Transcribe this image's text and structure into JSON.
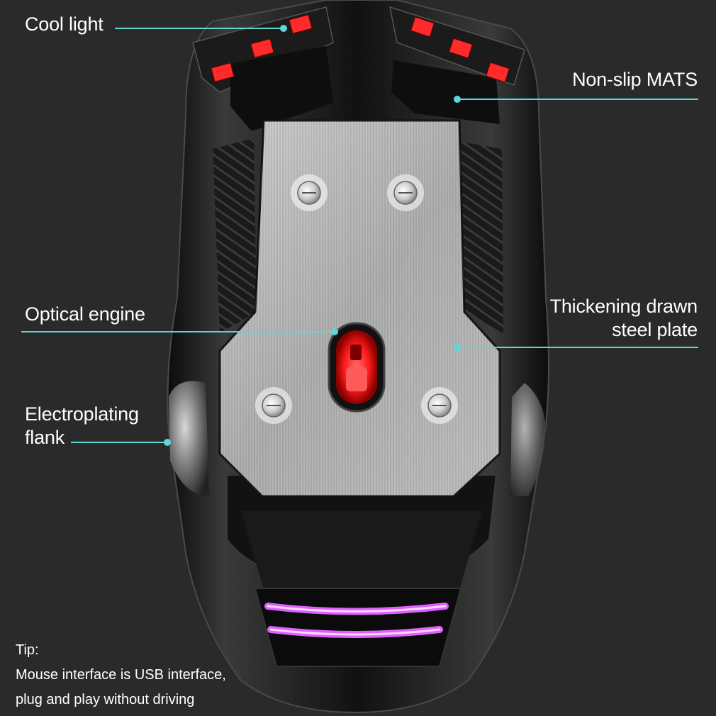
{
  "callouts": {
    "cool_light": "Cool light",
    "non_slip_mats": "Non-slip MATS",
    "optical_engine": "Optical engine",
    "steel_plate": [
      "Thickening drawn",
      "steel plate"
    ],
    "flank": [
      "Electroplating",
      "flank"
    ]
  },
  "tip": {
    "heading": "Tip:",
    "lines": [
      "Mouse interface is USB interface,",
      "plug and play without driving"
    ]
  },
  "colors": {
    "background": "#2a2a2a",
    "callout_line": "#5fd6d6",
    "cool_light": "#ff2a2a",
    "rgb_strip": "#e060ff",
    "sensor": "#ff2a2a"
  }
}
